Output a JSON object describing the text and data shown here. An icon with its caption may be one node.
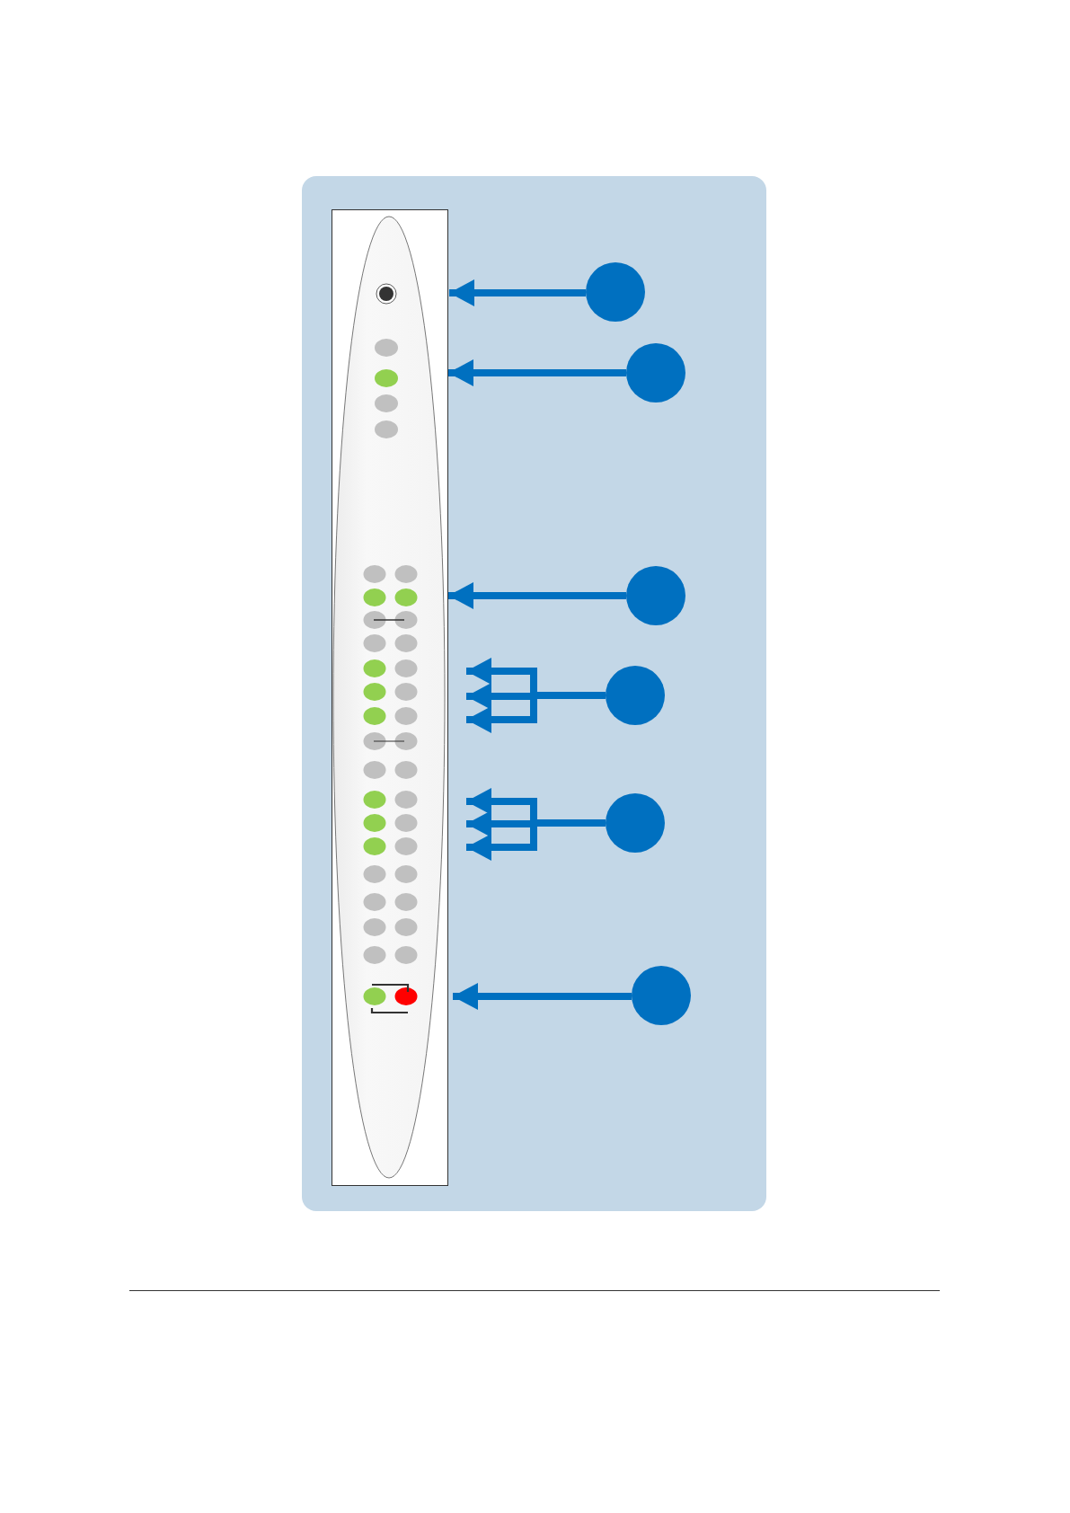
{
  "diagram": {
    "nodes": [
      {
        "text": [],
        "shape": "box"
      },
      {
        "text": [],
        "shape": "circle"
      },
      {
        "text": [],
        "shape": "circle"
      },
      {
        "text": [],
        "shape": "circle"
      },
      {
        "text": [],
        "shape": "circle"
      },
      {
        "text": [],
        "shape": "circle"
      },
      {
        "text": [],
        "shape": "circle"
      }
    ],
    "edges": [
      {
        "from": 1,
        "to": 0,
        "arrow": "to"
      },
      {
        "from": 2,
        "to": 0,
        "arrow": "to"
      },
      {
        "from": 3,
        "to": 0,
        "arrow": "to"
      },
      {
        "from": 4,
        "to": 0,
        "arrow": "to"
      },
      {
        "from": 4,
        "to": 0,
        "arrow": "to"
      },
      {
        "from": 4,
        "to": 0,
        "arrow": "to"
      },
      {
        "from": 5,
        "to": 0,
        "arrow": "to"
      },
      {
        "from": 5,
        "to": 0,
        "arrow": "to"
      },
      {
        "from": 5,
        "to": 0,
        "arrow": "to"
      },
      {
        "from": 6,
        "to": 0,
        "arrow": "to"
      }
    ]
  }
}
